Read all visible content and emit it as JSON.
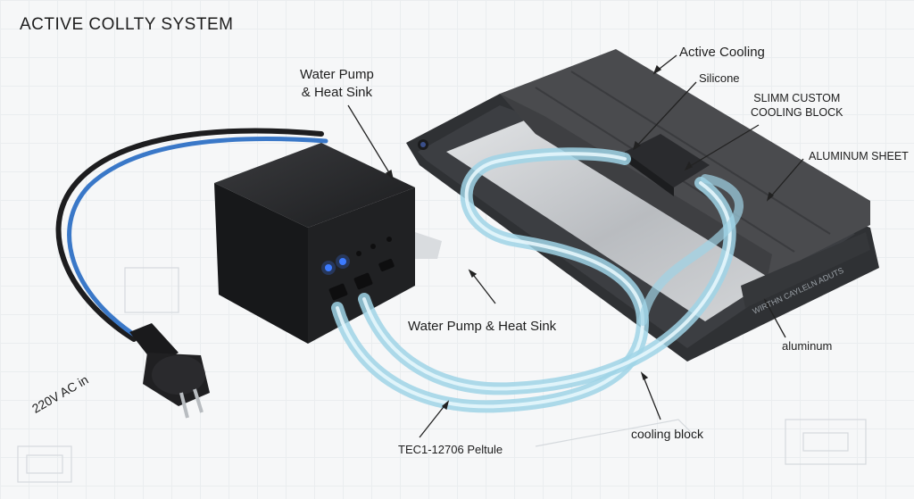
{
  "title": "ACTIVE COLLTY SYSTEM",
  "labels": {
    "pump_top_line1": "Water Pump",
    "pump_top_line2": "& Heat Sink",
    "active_cooling": "Active Cooling",
    "silicone": "Silicone",
    "slimm_line1": "SLIMM CUSTOM",
    "slimm_line2": "COOLING BLOCK",
    "aluminum_sheet": "ALUMINUM SHEET",
    "pump_mid": "Water Pump & Heat Sink",
    "ac_in": "220V AC in",
    "aluminum": "aluminum",
    "cooling_block": "cooling block",
    "tec": "TEC1-12706 Peltule"
  },
  "tablet_edge_text": "WIRTHN CAYLELN ADUTS",
  "colors": {
    "pump_body": "#1e1f21",
    "tube": "#9fd3e6",
    "tablet_frame": "#3c3e42",
    "cover": "#4a4b4e",
    "aluminum": "#c9cbcd",
    "led": "#3d7bff",
    "cable_blue": "#3a78c8",
    "cable_black": "#222222"
  }
}
